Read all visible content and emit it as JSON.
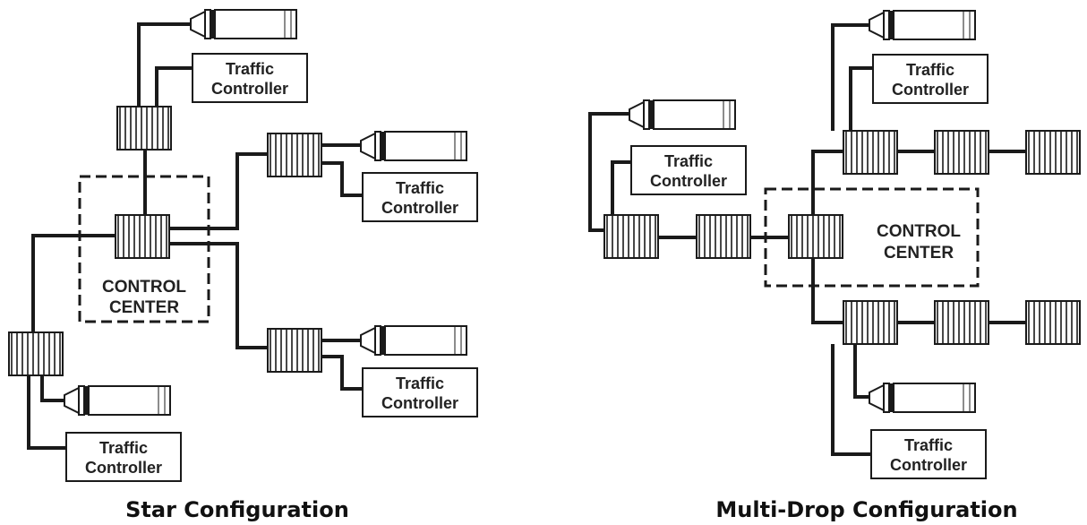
{
  "star": {
    "title": "Star Configuration",
    "control_center": [
      "CONTROL",
      "CENTER"
    ],
    "controller_label": [
      "Traffic",
      "Controller"
    ]
  },
  "multidrop": {
    "title": "Multi-Drop Configuration",
    "control_center": [
      "CONTROL",
      "CENTER"
    ],
    "controller_label": [
      "Traffic",
      "Controller"
    ]
  },
  "colors": {
    "line": "#1a1a1a",
    "background": "#ffffff"
  },
  "icons": [
    "modem-icon",
    "camera-icon"
  ]
}
